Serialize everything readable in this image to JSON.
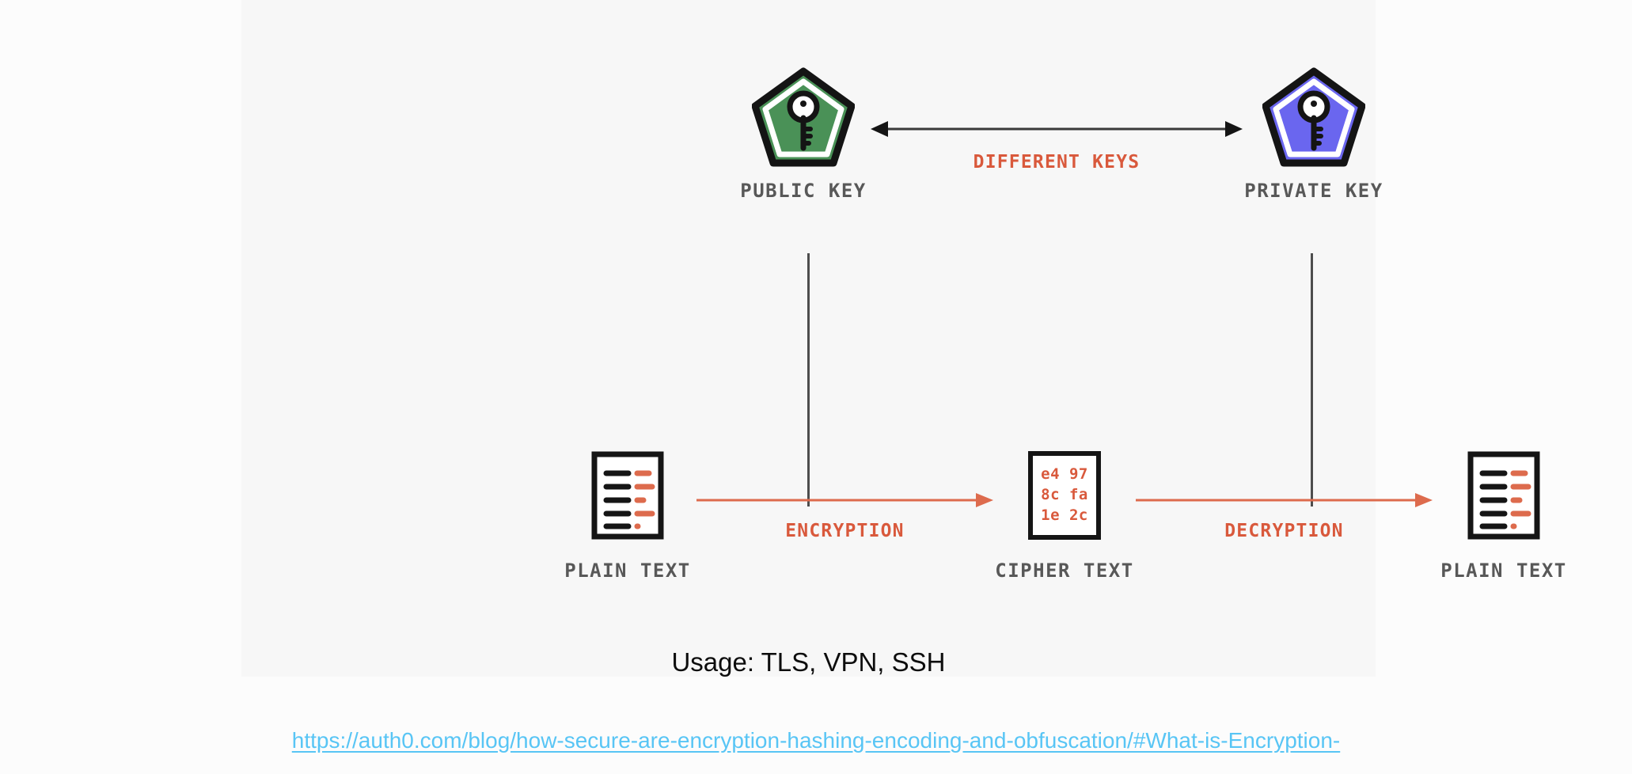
{
  "diagram": {
    "title": "Asymmetric Encryption Diagram",
    "panel_background": "#f7f7f7",
    "accent_color": "#d9593c",
    "label_color": "#585858",
    "keys": {
      "public": {
        "label": "PUBLIC KEY",
        "icon": "key-badge-icon",
        "fill_color": "#4a9157"
      },
      "private": {
        "label": "PRIVATE KEY",
        "icon": "key-badge-icon",
        "fill_color": "#6a66ef"
      },
      "relation_label": "DIFFERENT KEYS",
      "relation_arrow": "double-arrow-icon",
      "relation_arrow_color": "#3a3a3a"
    },
    "flow": {
      "source": {
        "label": "PLAIN TEXT",
        "icon": "document-icon"
      },
      "cipher": {
        "label": "CIPHER TEXT",
        "icon": "cipher-box-icon",
        "lines": [
          "e4 97",
          "8c fa",
          "1e 2c"
        ]
      },
      "target": {
        "label": "PLAIN TEXT",
        "icon": "document-icon"
      },
      "encryption_label": "ENCRYPTION",
      "decryption_label": "DECRYPTION",
      "arrow_color": "#dd6b4d",
      "connector_color": "#4d4d4d"
    }
  },
  "caption": {
    "usage": "Usage: TLS, VPN, SSH"
  },
  "source": {
    "url": "https://auth0.com/blog/how-secure-are-encryption-hashing-encoding-and-obfuscation/#What-is-Encryption-",
    "color": "#58c5f5"
  }
}
